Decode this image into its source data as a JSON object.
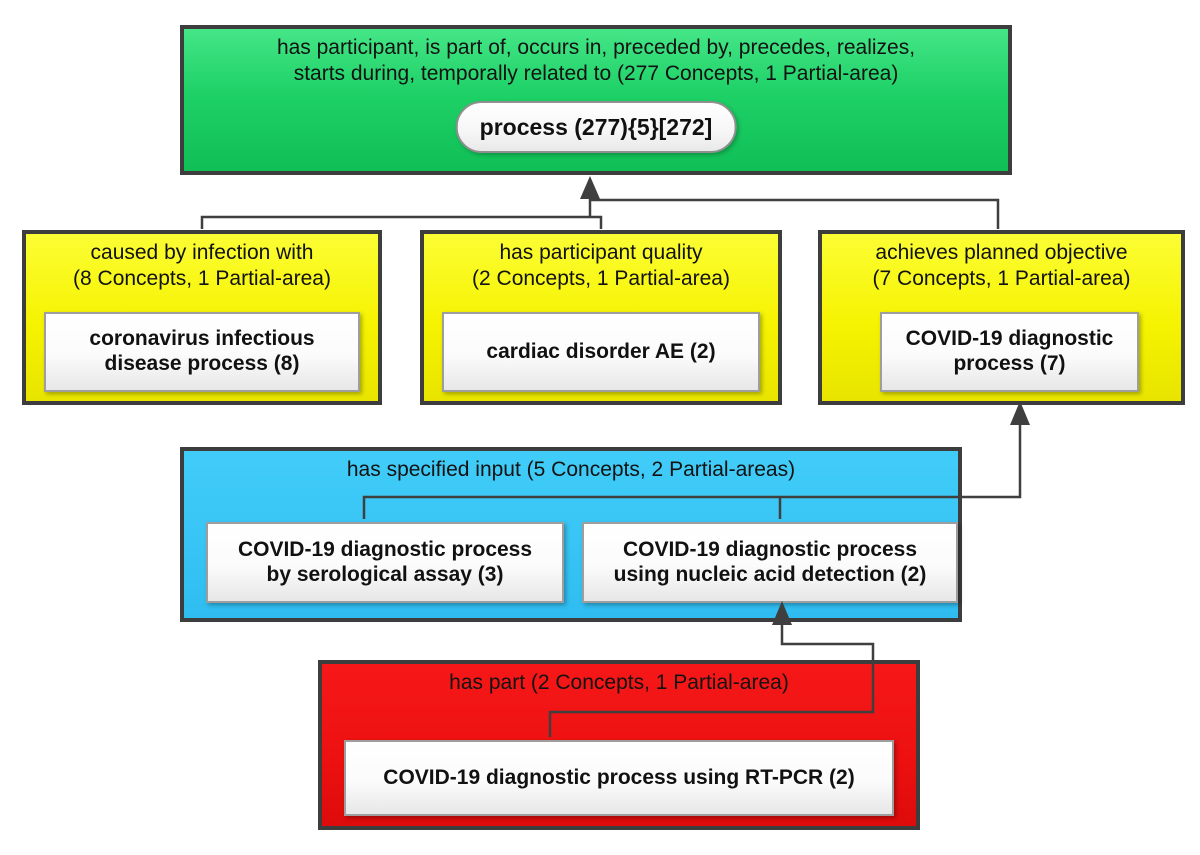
{
  "palette": {
    "green": "#14c55c",
    "yellow": "#f5f300",
    "blue": "#38c5f5",
    "red": "#ee1111",
    "box_border": "#3d3d3d",
    "connector": "#3f3f3f",
    "concept_fill": "#ffffff"
  },
  "areas": {
    "process": {
      "header_lines": {
        "0": "has participant, is part of, occurs in, preceded by, precedes, realizes,",
        "1": "starts during, temporally related to (277 Concepts, 1 Partial-area)"
      },
      "concept": "process (277){5}[272]"
    },
    "caused_by_infection": {
      "header_lines": {
        "0": "caused by infection with",
        "1": "(8 Concepts, 1 Partial-area)"
      },
      "concept_lines": {
        "0": "coronavirus infectious",
        "1": "disease process (8)"
      }
    },
    "participant_quality": {
      "header_lines": {
        "0": "has participant quality",
        "1": "(2 Concepts, 1 Partial-area)"
      },
      "concept": "cardiac disorder AE (2)"
    },
    "achieves_objective": {
      "header_lines": {
        "0": "achieves planned objective",
        "1": "(7 Concepts, 1 Partial-area)"
      },
      "concept_lines": {
        "0": "COVID-19 diagnostic",
        "1": "process (7)"
      }
    },
    "specified_input": {
      "header": "has specified input (5 Concepts, 2 Partial-areas)",
      "concept_serological_lines": {
        "0": "COVID-19 diagnostic process",
        "1": "by serological assay (3)"
      },
      "concept_nucleic_lines": {
        "0": "COVID-19 diagnostic process",
        "1": "using nucleic acid detection (2)"
      }
    },
    "has_part": {
      "header": "has part (2 Concepts, 1 Partial-area)",
      "concept": "COVID-19 diagnostic process using RT-PCR (2)"
    }
  },
  "edges": [
    {
      "from": "caused by infection with",
      "to": "process",
      "arrow": true
    },
    {
      "from": "has participant quality",
      "to": "process",
      "arrow": true
    },
    {
      "from": "achieves planned objective",
      "to": "process",
      "arrow": true
    },
    {
      "from": "COVID-19 diagnostic process by serological assay (3)",
      "to": "COVID-19 diagnostic process (7)",
      "arrow": true
    },
    {
      "from": "COVID-19 diagnostic process using nucleic acid detection (2)",
      "to": "COVID-19 diagnostic process (7)",
      "arrow": true
    },
    {
      "from": "COVID-19 diagnostic process using RT-PCR (2)",
      "to": "COVID-19 diagnostic process using nucleic acid detection (2)",
      "arrow": true
    }
  ]
}
